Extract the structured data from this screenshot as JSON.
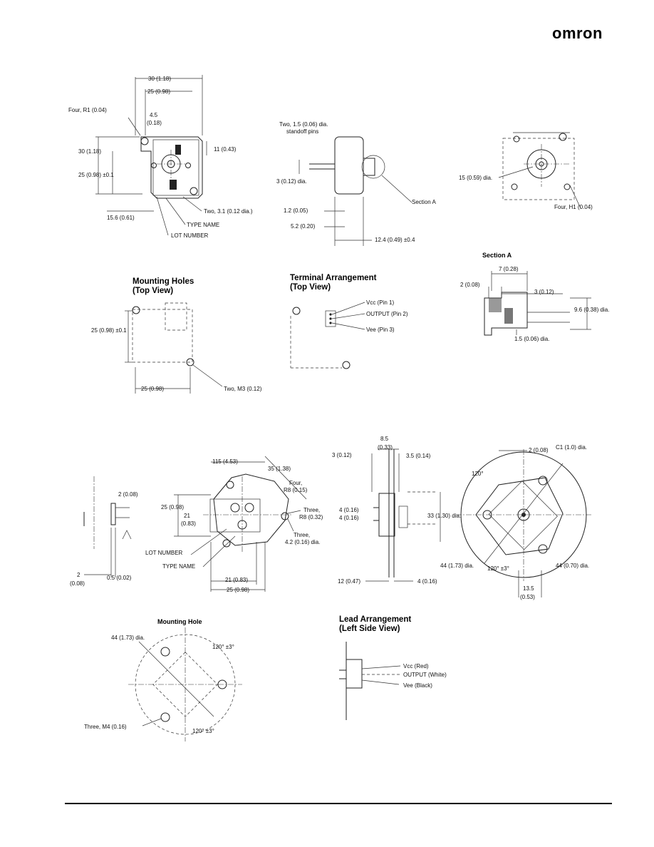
{
  "brand": {
    "logo_text": "omron"
  },
  "headings": {
    "mounting_holes_top": [
      "Mounting Holes",
      "(Top View)"
    ],
    "terminal_arrangement": [
      "Terminal Arrangement",
      "(Top View)"
    ],
    "section_a": "Section A",
    "mounting_hole": "Mounting Hole",
    "lead_arrangement": [
      "Lead Arrangement",
      "(Left Side View)"
    ]
  },
  "labels": {
    "d1_30": "30 (1.18)",
    "d1_25": "25 (0.98)",
    "d1_four_r1": "Four, R1 (0.04)",
    "d1_45": "4.5",
    "d1_45b": "(0.18)",
    "d1_30v": "30 (1.18)",
    "d1_11": "11 (0.43)",
    "d1_25v": "25 (0.98) ±0.1",
    "d1_156": "15.6 (0.61)",
    "d1_two31": "Two, 3.1 (0.12 dia.)",
    "d1_type": "TYPE NAME",
    "d1_lot": "LOT NUMBER",
    "d2_two15": "Two, 1.5 (0.06) dia.",
    "d2_standoff": "standoff pins",
    "d2_3dia": "3 (0.12) dia.",
    "d2_section": "Section A",
    "d2_12": "1.2 (0.05)",
    "d2_52": "5.2 (0.20)",
    "d2_124": "12.4 (0.49) ±0.4",
    "d3_15": "15 (0.59) dia.",
    "d3_four_h1": "Four, H1 (0.04)",
    "mh_25": "25 (0.98) ±0.1",
    "mh_25b": "25 (0.98)",
    "mh_two": "Two, M3 (0.12)",
    "ta_vcc": "Vcc (Pin 1)",
    "ta_out": "OUTPUT (Pin 2)",
    "ta_vee": "Vee (Pin 3)",
    "sa_7": "7 (0.28)",
    "sa_2": "2 (0.08)",
    "sa_3": "3 (0.12)",
    "sa_15": "1.5 (0.06) dia.",
    "sa_96": "9.6 (0.38) dia.",
    "b1_2": "2 (0.08)",
    "b1_2b": "2",
    "b1_2c": "(0.08)",
    "b1_05": "0.5 (0.02)",
    "b2_115": "115 (4.53)",
    "b2_35": "35 (1.38)",
    "b2_four": "Four,",
    "b2_r8": "R8 (0.15)",
    "b2_25": "25 (0.98)",
    "b2_21": "21",
    "b2_083": "(0.83)",
    "b2_three": "Three,",
    "b2_r8b": "R8 (0.32)",
    "b2_three2": "Three,",
    "b2_42": "4.2 (0.16) dia.",
    "b2_lot": "LOT NUMBER",
    "b2_type": "TYPE NAME",
    "b2_21b": "21 (0.83)",
    "b2_25b": "25 (0.98)",
    "b3_85": "8.5",
    "b3_033": "(0.33)",
    "b3_3": "3 (0.12)",
    "b3_35": "3.5 (0.14)",
    "b3_4a": "4 (0.16)",
    "b3_4b": "4 (0.16)",
    "b3_12": "12 (0.47)",
    "b3_4c": "4 (0.16)",
    "b3_33": "33 (1.30) dia.",
    "b4_2": "2 (0.08)",
    "b4_c1": "C1 (1.0) dia.",
    "b4_120": "120°",
    "b4_44a": "44 (1.73) dia.",
    "b4_120b": "120° ±3°",
    "b4_44b": "44 (0.70) dia.",
    "b4_135": "13.5",
    "b4_053": "(0.53)",
    "m2_44": "44 (1.73) dia.",
    "m2_120a": "120° ±3°",
    "m2_three": "Three, M4 (0.16)",
    "m2_120b": "120° ±3°",
    "la_vcc": "Vcc (Red)",
    "la_out": "OUTPUT (White)",
    "la_vee": "Vee (Black)"
  }
}
